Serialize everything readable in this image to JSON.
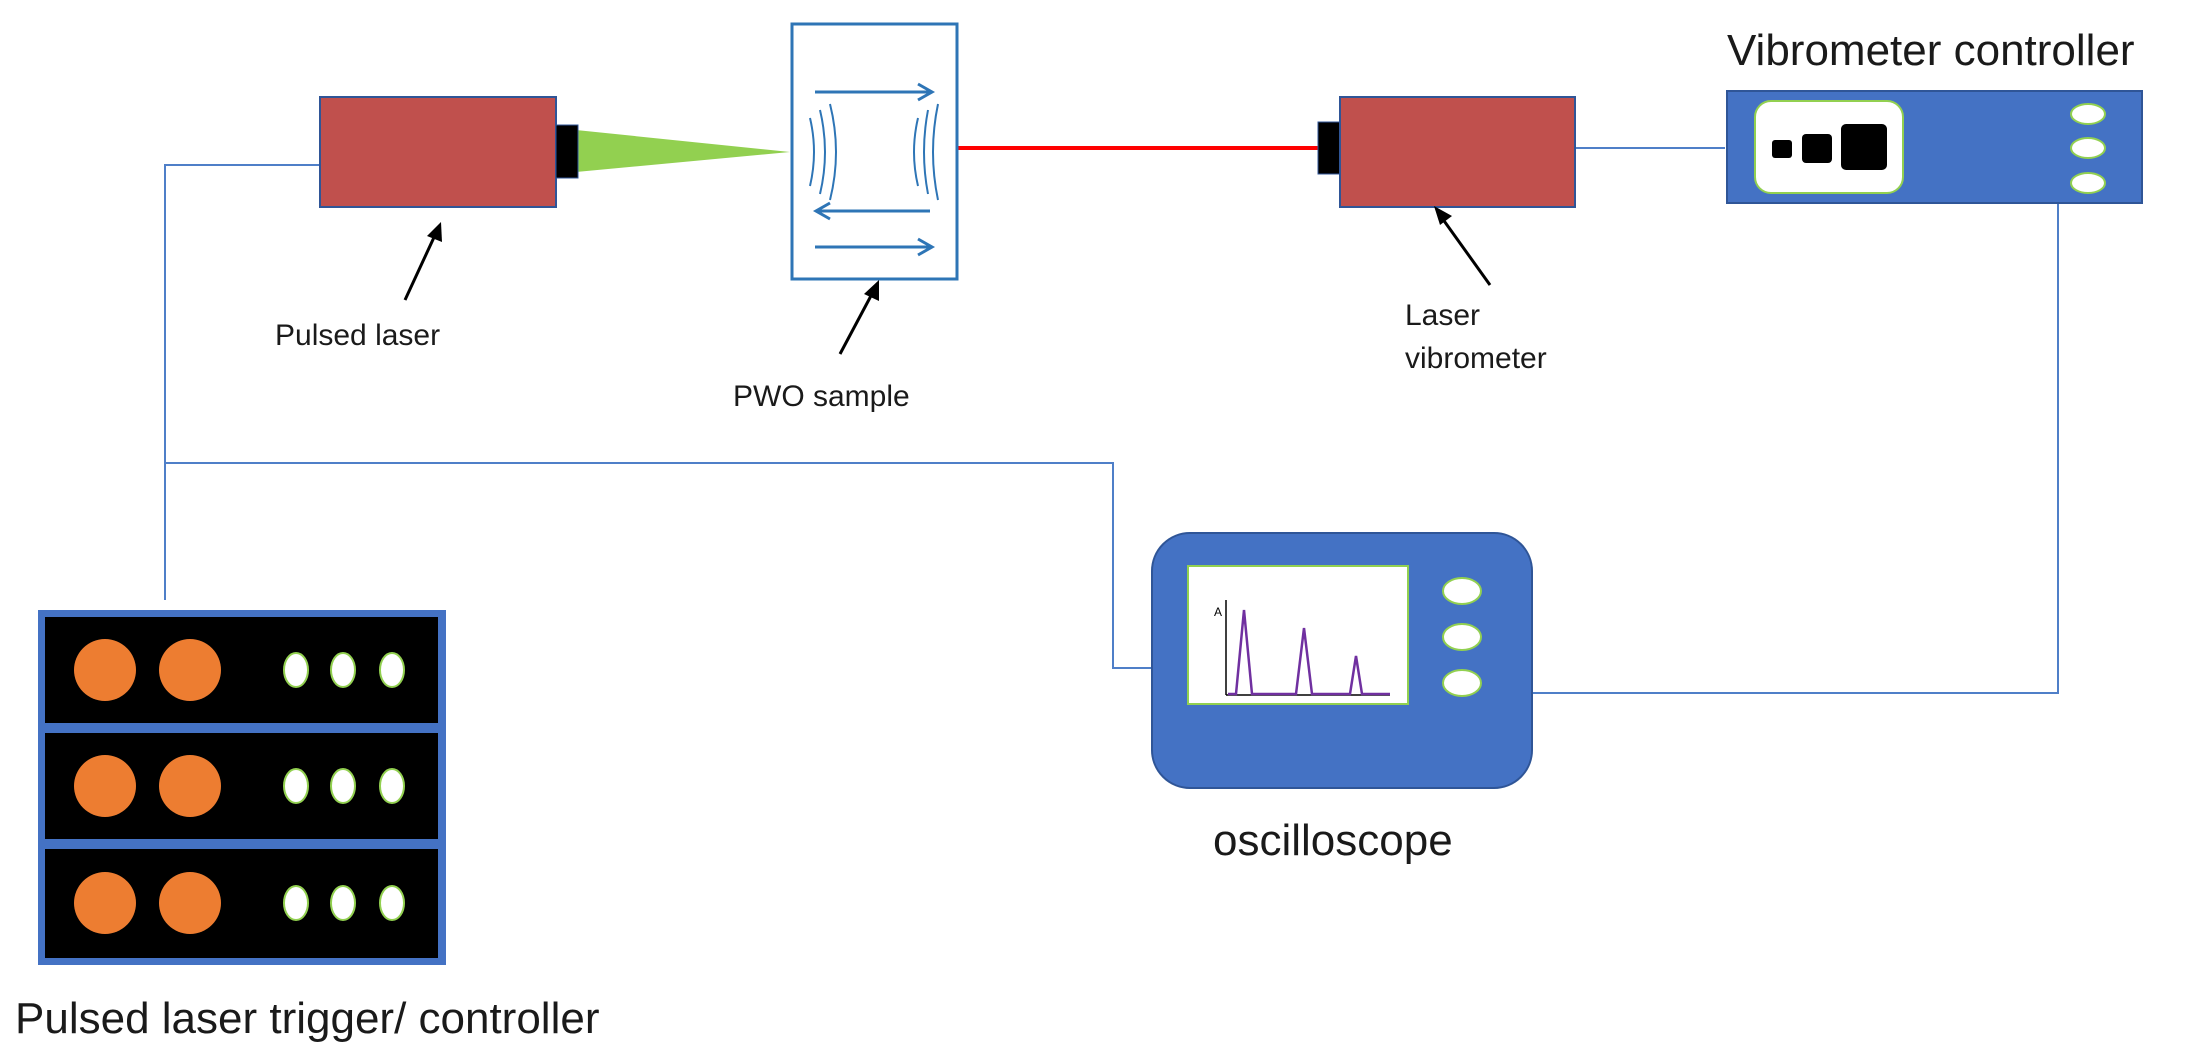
{
  "labels": {
    "pulsed_laser": "Pulsed laser",
    "pwo_sample": "PWO sample",
    "laser_vibrometer_line1": "Laser",
    "laser_vibrometer_line2": "vibrometer",
    "vibrometer_controller": "Vibrometer controller",
    "oscilloscope": "oscilloscope",
    "oscilloscope_axis": "A",
    "trigger_controller": "Pulsed laser trigger/ controller"
  },
  "colors": {
    "laser_body": "#c0504d",
    "laser_nozzle": "#000000",
    "pump_beam": "#92d050",
    "probe_beam": "#ff0000",
    "wire": "#4f7fc8",
    "sample_arrows": "#2e75b6",
    "device_blue": "#4472c4",
    "device_blue_border": "#2f5597",
    "knob_orange": "#ed7d31",
    "indicator_border": "#92d050",
    "trace": "#7030a0"
  },
  "icons": {
    "pulsed_laser": "laser-head-icon",
    "laser_vibrometer": "laser-head-icon",
    "pwo_sample": "crystal-sample-icon",
    "vibrometer_controller": "controller-box-icon",
    "oscilloscope": "oscilloscope-icon",
    "trigger_controller": "rack-unit-icon"
  }
}
